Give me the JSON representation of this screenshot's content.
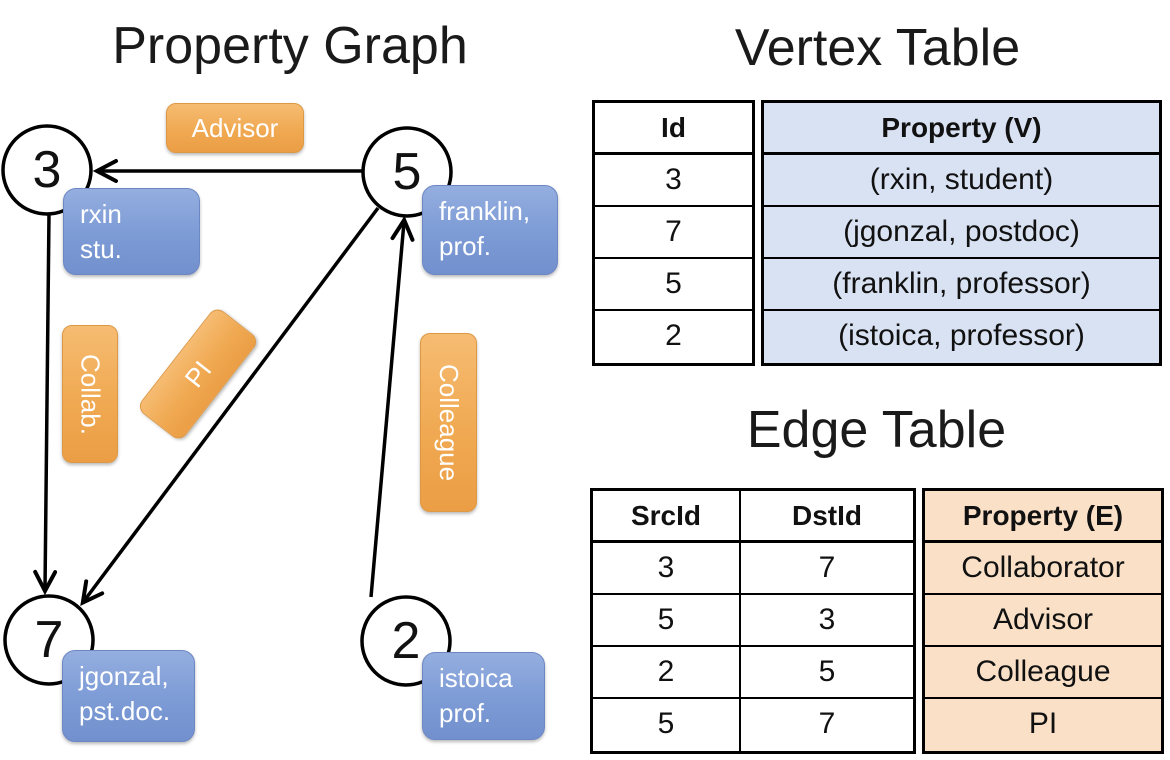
{
  "graph": {
    "title": "Property Graph",
    "nodes": [
      {
        "id": "3"
      },
      {
        "id": "5"
      },
      {
        "id": "7"
      },
      {
        "id": "2"
      }
    ],
    "edges": [
      {
        "label": "Advisor"
      },
      {
        "label": "Collab."
      },
      {
        "label": "PI"
      },
      {
        "label": "Colleague"
      }
    ],
    "vertex_boxes": [
      {
        "line1": "rxin",
        "line2": "stu."
      },
      {
        "line1": "franklin,",
        "line2": "prof."
      },
      {
        "line1": "jgonzal,",
        "line2": "pst.doc."
      },
      {
        "line1": "istoica",
        "line2": "prof."
      }
    ]
  },
  "vertex_table": {
    "title": "Vertex Table",
    "id_header": "Id",
    "property_header": "Property (V)",
    "rows": [
      {
        "id": "3",
        "property": "(rxin, student)"
      },
      {
        "id": "7",
        "property": "(jgonzal, postdoc)"
      },
      {
        "id": "5",
        "property": "(franklin, professor)"
      },
      {
        "id": "2",
        "property": "(istoica, professor)"
      }
    ]
  },
  "edge_table": {
    "title": "Edge Table",
    "src_header": "SrcId",
    "dst_header": "DstId",
    "property_header": "Property (E)",
    "rows": [
      {
        "src": "3",
        "dst": "7",
        "property": "Collaborator"
      },
      {
        "src": "5",
        "dst": "3",
        "property": "Advisor"
      },
      {
        "src": "2",
        "dst": "5",
        "property": "Colleague"
      },
      {
        "src": "5",
        "dst": "7",
        "property": "PI"
      }
    ]
  },
  "colors": {
    "edge_label_fill": "#F0A952",
    "vertex_box_fill": "#7E9CD6",
    "vertex_property_fill": "#D9E2F3",
    "edge_property_fill": "#F9E0C6",
    "line_color": "#000000"
  }
}
